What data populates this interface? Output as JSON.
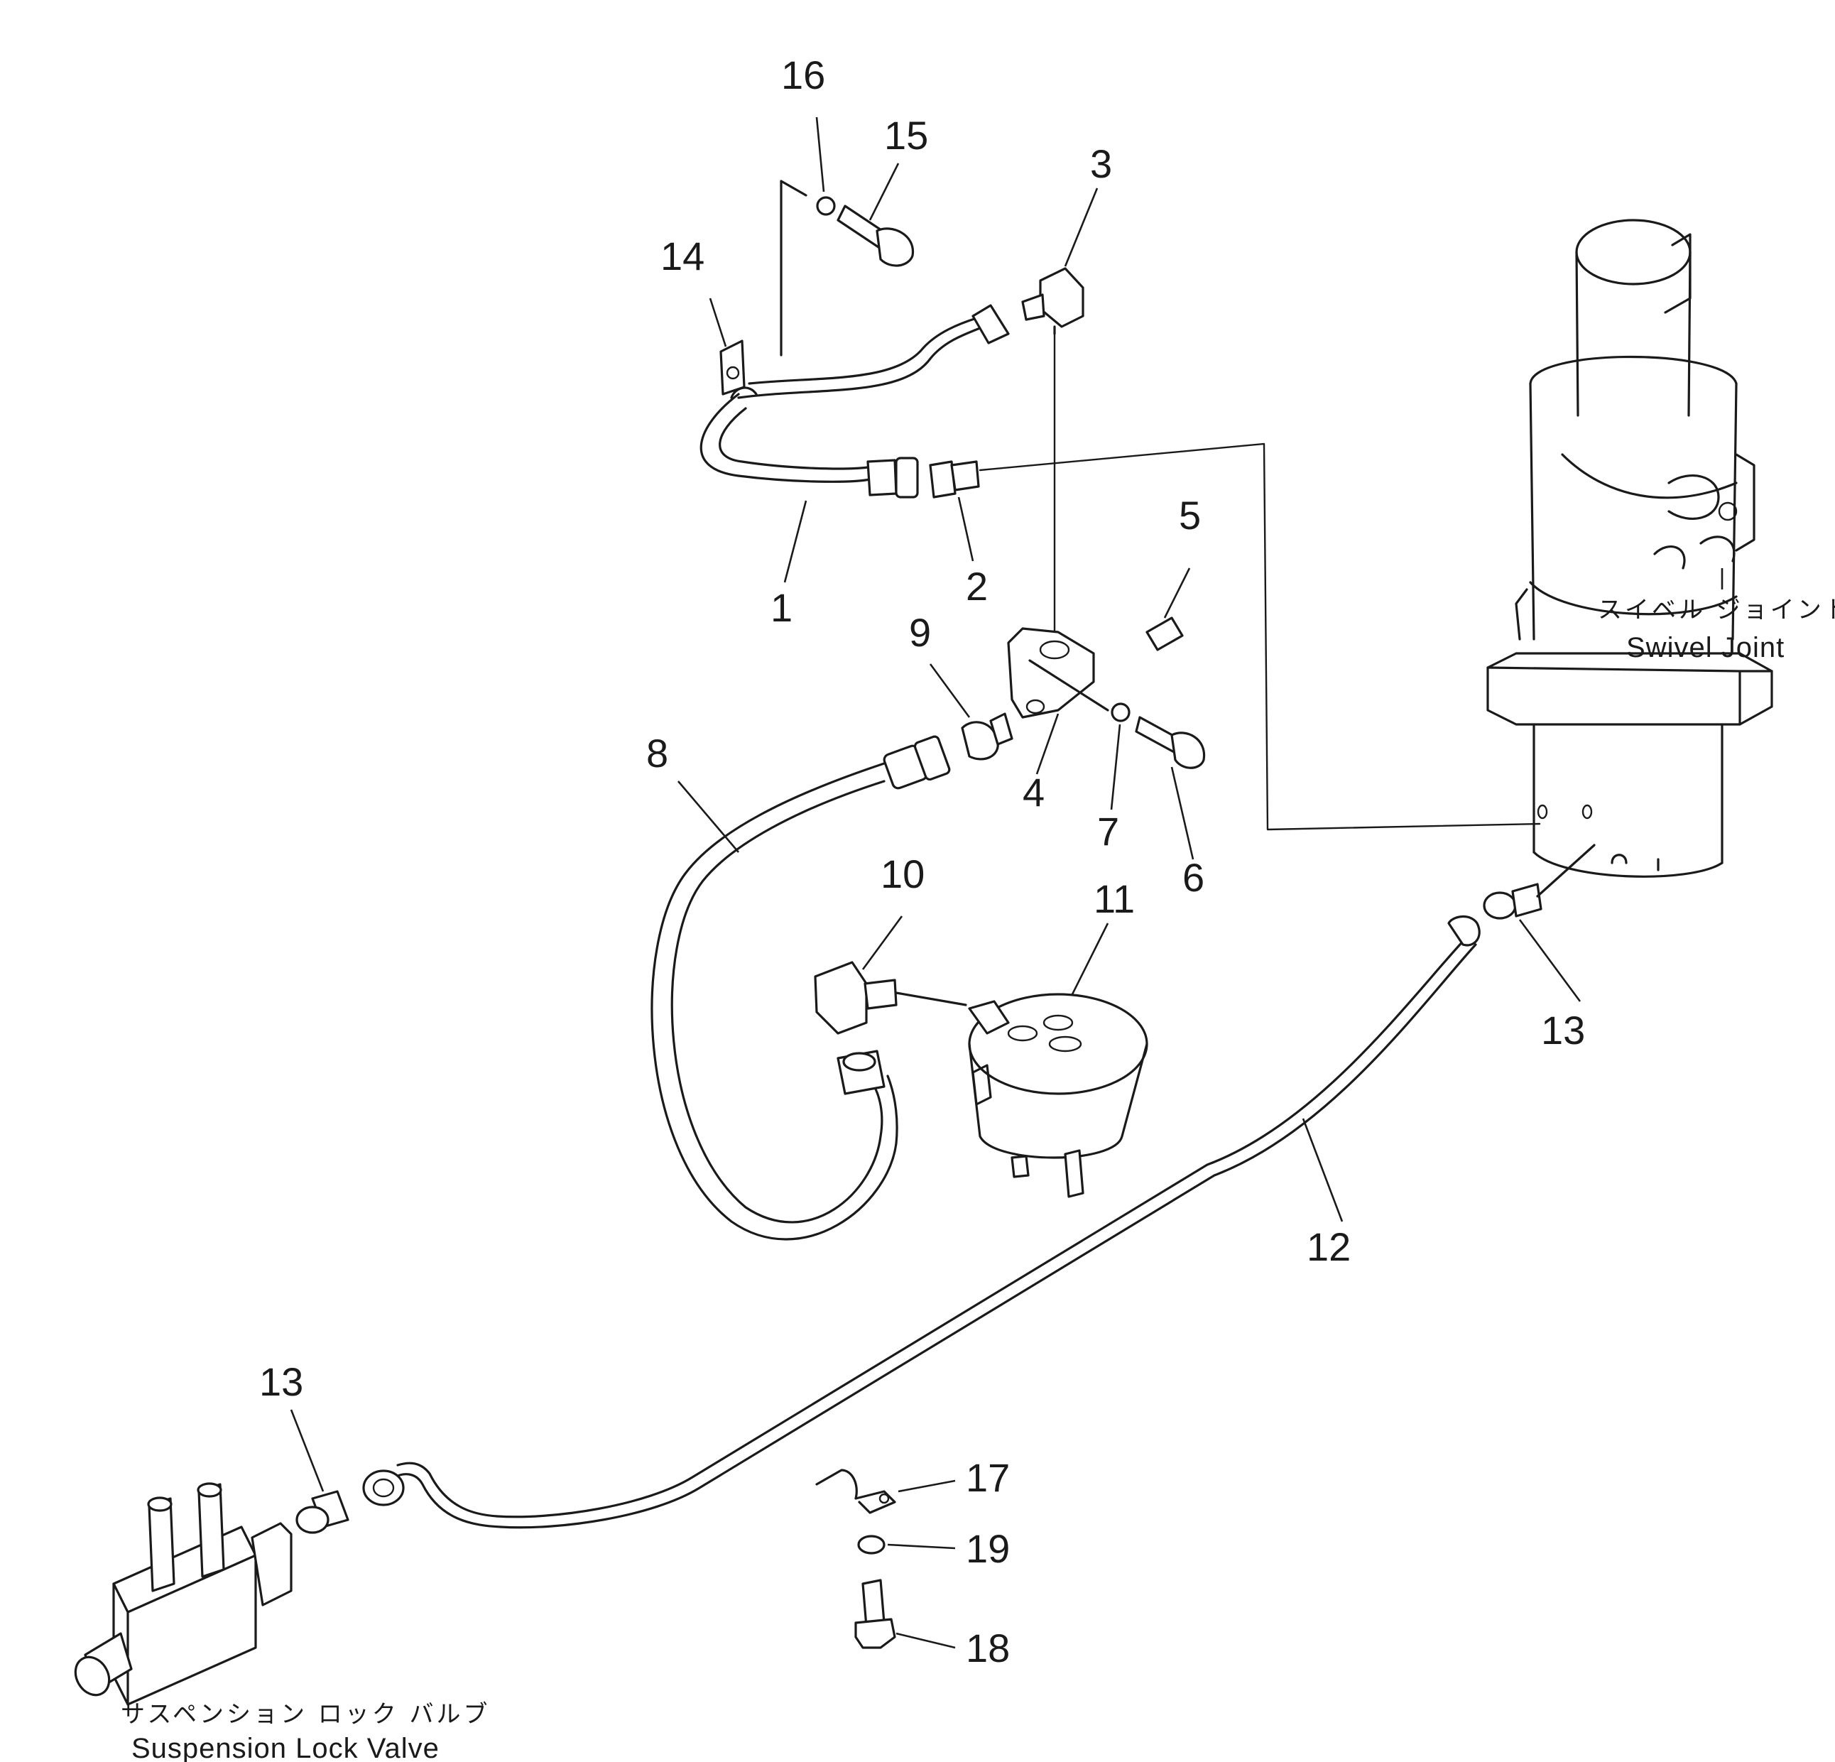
{
  "callouts": {
    "c1": "1",
    "c2": "2",
    "c3": "3",
    "c4": "4",
    "c5": "5",
    "c6": "6",
    "c7": "7",
    "c8": "8",
    "c9": "9",
    "c10": "10",
    "c11": "11",
    "c12": "12",
    "c13a": "13",
    "c13b": "13",
    "c14": "14",
    "c15": "15",
    "c16": "16",
    "c17": "17",
    "c18": "18",
    "c19": "19"
  },
  "labels": {
    "swivel_joint_jp": "スイベル ジョイント",
    "swivel_joint_en": "Swivel Joint",
    "suspension_lock_valve_jp": "サスペンション ロック バルブ",
    "suspension_lock_valve_en": "Suspension Lock Valve"
  },
  "colors": {
    "ink": "#1a1a1a",
    "paper": "#ffffff"
  }
}
